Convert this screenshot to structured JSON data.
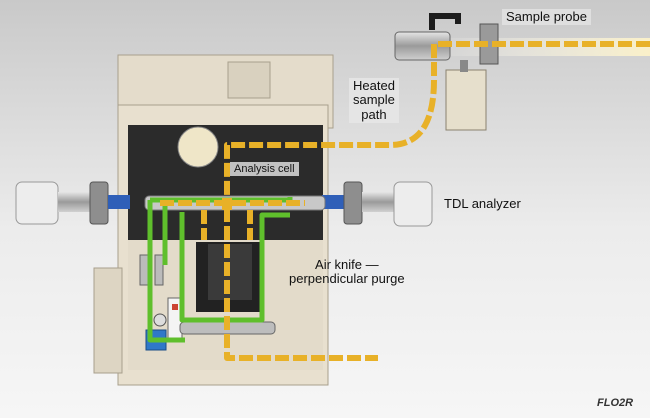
{
  "labels": {
    "sample_probe": "Sample probe",
    "heated_sample_path": "Heated\nsample\npath",
    "analysis_cell": "Analysis cell",
    "tdl_analyzer": "TDL analyzer",
    "air_knife": "Air knife —\nperpendicular purge"
  },
  "logo": "FLO2R",
  "colors": {
    "sample_gas": "#e8b128",
    "purge_air": "#5fbf2c",
    "cabinet": "#e8e0cf",
    "interior": "#2b2b2b",
    "flange": "#2f5fb8"
  }
}
